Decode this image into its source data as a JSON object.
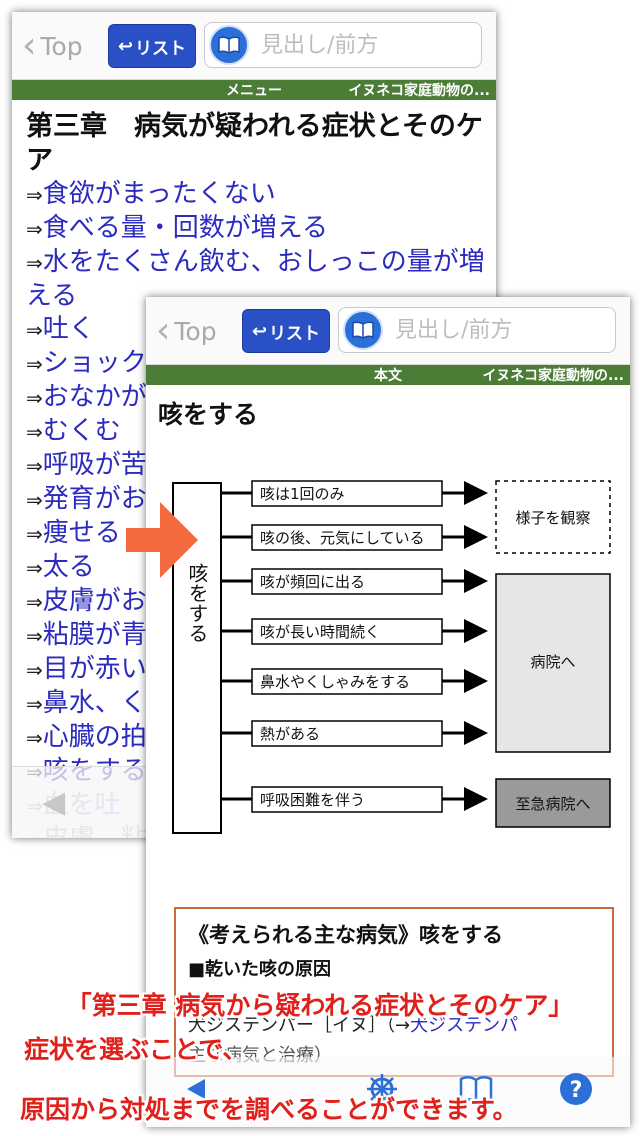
{
  "back_screen": {
    "nav": {
      "back_label": "Top",
      "list_label": "リスト",
      "search_placeholder": "見出し/前方"
    },
    "section_bar": {
      "center": "メニュー",
      "right": "イヌネコ家庭動物の..."
    },
    "chapter_title": "第三章　病気が疑われる症状とそのケア",
    "arrow_glyph": "⇒",
    "menu_items": [
      "食欲がまったくない",
      "食べる量・回数が増える",
      "水をたくさん飲む、おしっこの量が増える",
      "吐く",
      "ショック",
      "おなかが",
      "むくむ",
      "呼吸が苦",
      "発育がお",
      "痩せる",
      "太る",
      "皮膚がお",
      "粘膜が青",
      "目が赤い",
      "鼻水、く",
      "心臓の拍",
      "咳をする",
      "血を吐",
      "皮膚、粘"
    ]
  },
  "front_screen": {
    "nav": {
      "back_label": "Top",
      "list_label": "リスト",
      "search_placeholder": "見出し/前方"
    },
    "section_bar": {
      "center": "本文",
      "right": "イヌネコ家庭動物の..."
    },
    "article_title": "咳をする",
    "flowchart": {
      "root": "咳をする",
      "conditions": [
        "咳は1回のみ",
        "咳の後、元気にしている",
        "咳が頻回に出る",
        "咳が長い時間続く",
        "鼻水やくしゃみをする",
        "熱がある",
        "呼吸困難を伴う"
      ],
      "outcomes": [
        "様子を観察",
        "病院へ",
        "至急病院へ"
      ]
    },
    "disease_box": {
      "heading": "《考えられる主な病気》咳をする",
      "subheading": "■乾いた咳の原因",
      "line1_prefix": "犬ジステンパー［イヌ］（→",
      "line1_link": "犬ジステンパ",
      "line2": "主な病気と治療）"
    }
  },
  "caption": {
    "line1": "「第三章 病気から疑われる症状とそのケア」",
    "line2": "症状を選ぶことで、",
    "line3": "原因から対処までを調べることができます。"
  },
  "colors": {
    "accent_blue": "#2a50c6",
    "section_green": "#4b7d37",
    "link_blue": "#2b2bbf",
    "caption_red": "#e0201a",
    "arrow_orange": "#f26a3d"
  }
}
